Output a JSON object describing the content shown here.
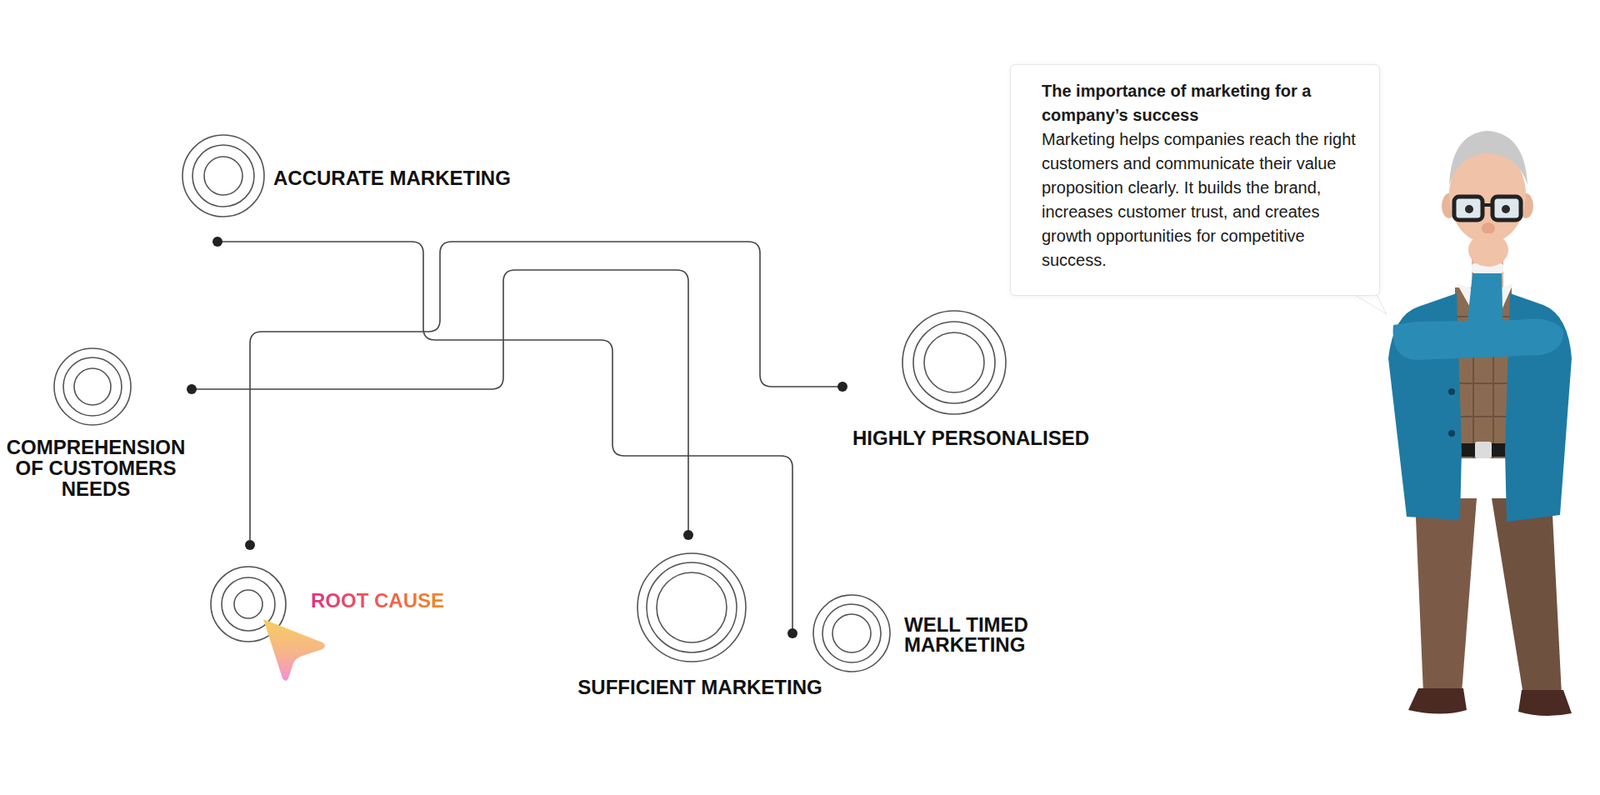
{
  "diagram": {
    "nodes": [
      {
        "text": [
          "ACCURATE MARKETING"
        ]
      },
      {
        "text": [
          "COMPREHENSION OF CUSTOMERS NEEDS"
        ]
      },
      {
        "text": [
          "HIGHLY PERSONALISED"
        ]
      },
      {
        "text": [
          "ROOT CAUSE"
        ]
      },
      {
        "text": [
          "SUFFICIENT MARKETING"
        ]
      },
      {
        "text": [
          "WELL TIMED MARKETING"
        ]
      },
      {
        "text": [
          "The importance of marketing for a company’s success",
          "Marketing helps companies reach the right customers and communicate their value proposition clearly. It builds the brand, increases customer trust, and creates growth opportunities for competitive success."
        ]
      }
    ],
    "edges": [
      {
        "from": 0,
        "to": 5,
        "arrow": "none"
      },
      {
        "from": 1,
        "to": 4,
        "arrow": "none"
      },
      {
        "from": 3,
        "to": 2,
        "arrow": "none"
      }
    ]
  }
}
